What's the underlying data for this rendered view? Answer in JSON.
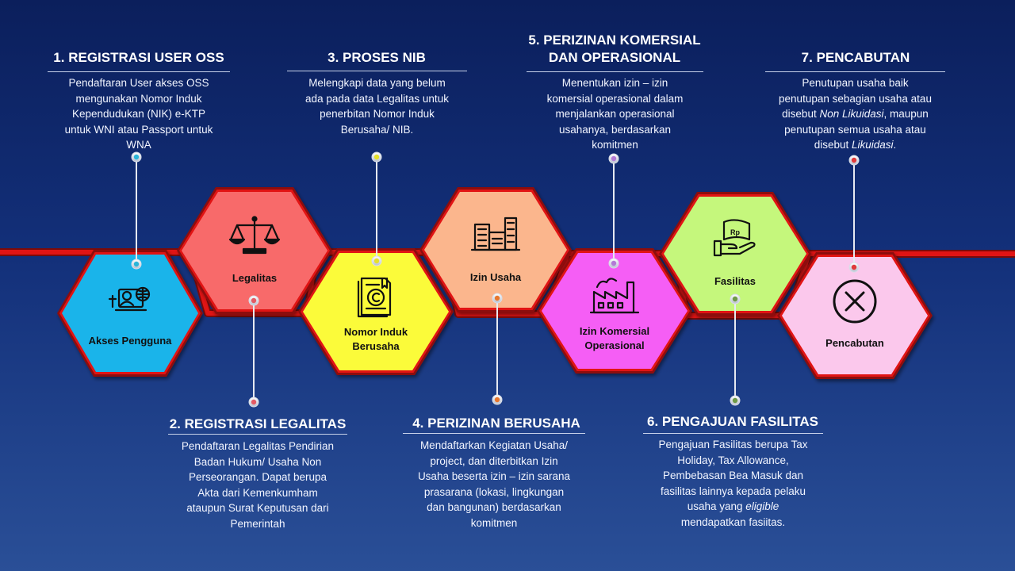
{
  "steps": [
    {
      "heading": "1. REGISTRASI USER OSS",
      "heading_lines": [
        "1. REGISTRASI USER OSS"
      ],
      "desc_lines": [
        [
          {
            "t": "Pendaftaran User akses OSS"
          }
        ],
        [
          {
            "t": "mengunakan Nomor Induk"
          }
        ],
        [
          {
            "t": "Kependudukan (NIK) e-KTP"
          }
        ],
        [
          {
            "t": "untuk WNI atau Passport untuk"
          }
        ],
        [
          {
            "t": "WNA"
          }
        ]
      ],
      "hex_label": [
        "Akses Pengguna"
      ],
      "icon": "user-computer-globe-icon",
      "color": "#1ab4ea",
      "pin_color": "#2bb5d8"
    },
    {
      "heading": "2. REGISTRASI LEGALITAS",
      "heading_lines": [
        "2. REGISTRASI LEGALITAS"
      ],
      "desc_lines": [
        [
          {
            "t": "Pendaftaran Legalitas Pendirian"
          }
        ],
        [
          {
            "t": "Badan Hukum/ Usaha Non"
          }
        ],
        [
          {
            "t": "Perseorangan. Dapat berupa"
          }
        ],
        [
          {
            "t": "Akta dari Kemenkumham"
          }
        ],
        [
          {
            "t": "ataupun Surat Keputusan dari"
          }
        ],
        [
          {
            "t": "Pemerintah"
          }
        ]
      ],
      "hex_label": [
        "Legalitas"
      ],
      "icon": "scales-of-justice-icon",
      "color": "#f86a6a",
      "pin_color": "#e45a64"
    },
    {
      "heading": "3.  PROSES NIB",
      "heading_lines": [
        "3.  PROSES NIB"
      ],
      "desc_lines": [
        [
          {
            "t": "Melengkapi data yang belum"
          }
        ],
        [
          {
            "t": "ada pada data Legalitas untuk"
          }
        ],
        [
          {
            "t": "penerbitan Nomor Induk"
          }
        ],
        [
          {
            "t": "Berusaha/ NIB."
          }
        ]
      ],
      "hex_label": [
        "Nomor Induk",
        "Berusaha"
      ],
      "icon": "copyright-certificate-icon",
      "color": "#fbfb3a",
      "pin_color": "#e6e02a"
    },
    {
      "heading": "4. PERIZINAN BERUSAHA",
      "heading_lines": [
        "4. PERIZINAN BERUSAHA"
      ],
      "desc_lines": [
        [
          {
            "t": "Mendaftarkan Kegiatan Usaha/"
          }
        ],
        [
          {
            "t": "project, dan diterbitkan Izin"
          }
        ],
        [
          {
            "t": "Usaha beserta izin – izin sarana"
          }
        ],
        [
          {
            "t": "prasarana (lokasi, lingkungan"
          }
        ],
        [
          {
            "t": "dan bangunan) berdasarkan"
          }
        ],
        [
          {
            "t": "komitmen"
          }
        ]
      ],
      "hex_label": [
        "Izin Usaha"
      ],
      "icon": "office-buildings-icon",
      "color": "#fbb68d",
      "pin_color": "#e8772e"
    },
    {
      "heading": "5. PERIZINAN KOMERSIAL DAN OPERASIONAL",
      "heading_lines": [
        "5. PERIZINAN KOMERSIAL",
        "DAN OPERASIONAL"
      ],
      "desc_lines": [
        [
          {
            "t": "Menentukan izin – izin"
          }
        ],
        [
          {
            "t": "komersial operasional dalam"
          }
        ],
        [
          {
            "t": "menjalankan operasional"
          }
        ],
        [
          {
            "t": "usahanya, berdasarkan"
          }
        ],
        [
          {
            "t": "komitmen"
          }
        ]
      ],
      "hex_label": [
        "Izin Komersial",
        "Operasional"
      ],
      "icon": "factory-icon",
      "color": "#f55ef5",
      "pin_color": "#b37ad6"
    },
    {
      "heading": "6. PENGAJUAN FASILITAS",
      "heading_lines": [
        "6. PENGAJUAN FASILITAS"
      ],
      "desc_lines": [
        [
          {
            "t": "Pengajuan Fasilitas berupa Tax"
          }
        ],
        [
          {
            "t": "Holiday, Tax Allowance,"
          }
        ],
        [
          {
            "t": "Pembebasan Bea Masuk dan"
          }
        ],
        [
          {
            "t": "fasilitas lainnya kepada pelaku"
          }
        ],
        [
          {
            "t": "usaha yang "
          },
          {
            "t": "eligible",
            "i": true
          }
        ],
        [
          {
            "t": "mendapatkan fasiitas."
          }
        ]
      ],
      "hex_label": [
        "Fasilitas"
      ],
      "icon": "hand-money-icon",
      "color": "#c5f77c",
      "pin_color": "#6e9a46"
    },
    {
      "heading": "7. PENCABUTAN",
      "heading_lines": [
        "7. PENCABUTAN"
      ],
      "desc_lines": [
        [
          {
            "t": "Penutupan usaha baik"
          }
        ],
        [
          {
            "t": "penutupan sebagian usaha atau"
          }
        ],
        [
          {
            "t": "disebut "
          },
          {
            "t": "Non Likuidasi",
            "i": true
          },
          {
            "t": ", maupun"
          }
        ],
        [
          {
            "t": "penutupan semua usaha atau"
          }
        ],
        [
          {
            "t": "disebut "
          },
          {
            "t": "Likuidasi",
            "i": true
          },
          {
            "t": "."
          }
        ]
      ],
      "hex_label": [
        "Pencabutan"
      ],
      "icon": "circle-x-icon",
      "color": "#fbc8ec",
      "pin_color": "#e03a3a"
    }
  ],
  "colors": {
    "timeline": "#e11414",
    "timeline_shadow": "#7a0b0b",
    "hex_border_dark": "#8d0f0f",
    "pin_stroke": "#d8dde8"
  }
}
